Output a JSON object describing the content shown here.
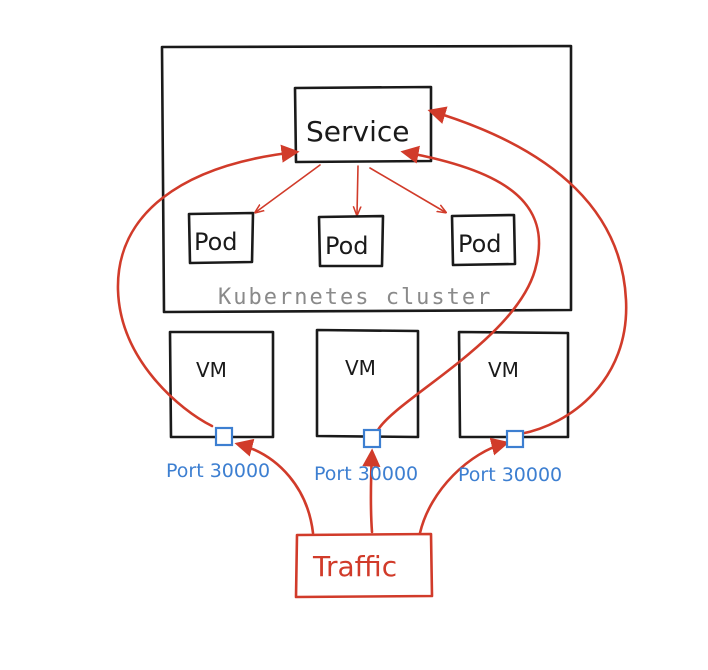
{
  "diagram": {
    "service_label": "Service",
    "pods": [
      {
        "label": "Pod"
      },
      {
        "label": "Pod"
      },
      {
        "label": "Pod"
      }
    ],
    "cluster_label": "Kubernetes cluster",
    "vms": [
      {
        "label": "VM",
        "port_label": "Port 30000"
      },
      {
        "label": "VM",
        "port_label": "Port 30000"
      },
      {
        "label": "VM",
        "port_label": "Port 30000"
      }
    ],
    "traffic_label": "Traffic"
  },
  "colors": {
    "line": "#1a1a1a",
    "traffic": "#d13b2a",
    "port": "#3d7fd1",
    "cluster_text": "#8a8a8a"
  }
}
